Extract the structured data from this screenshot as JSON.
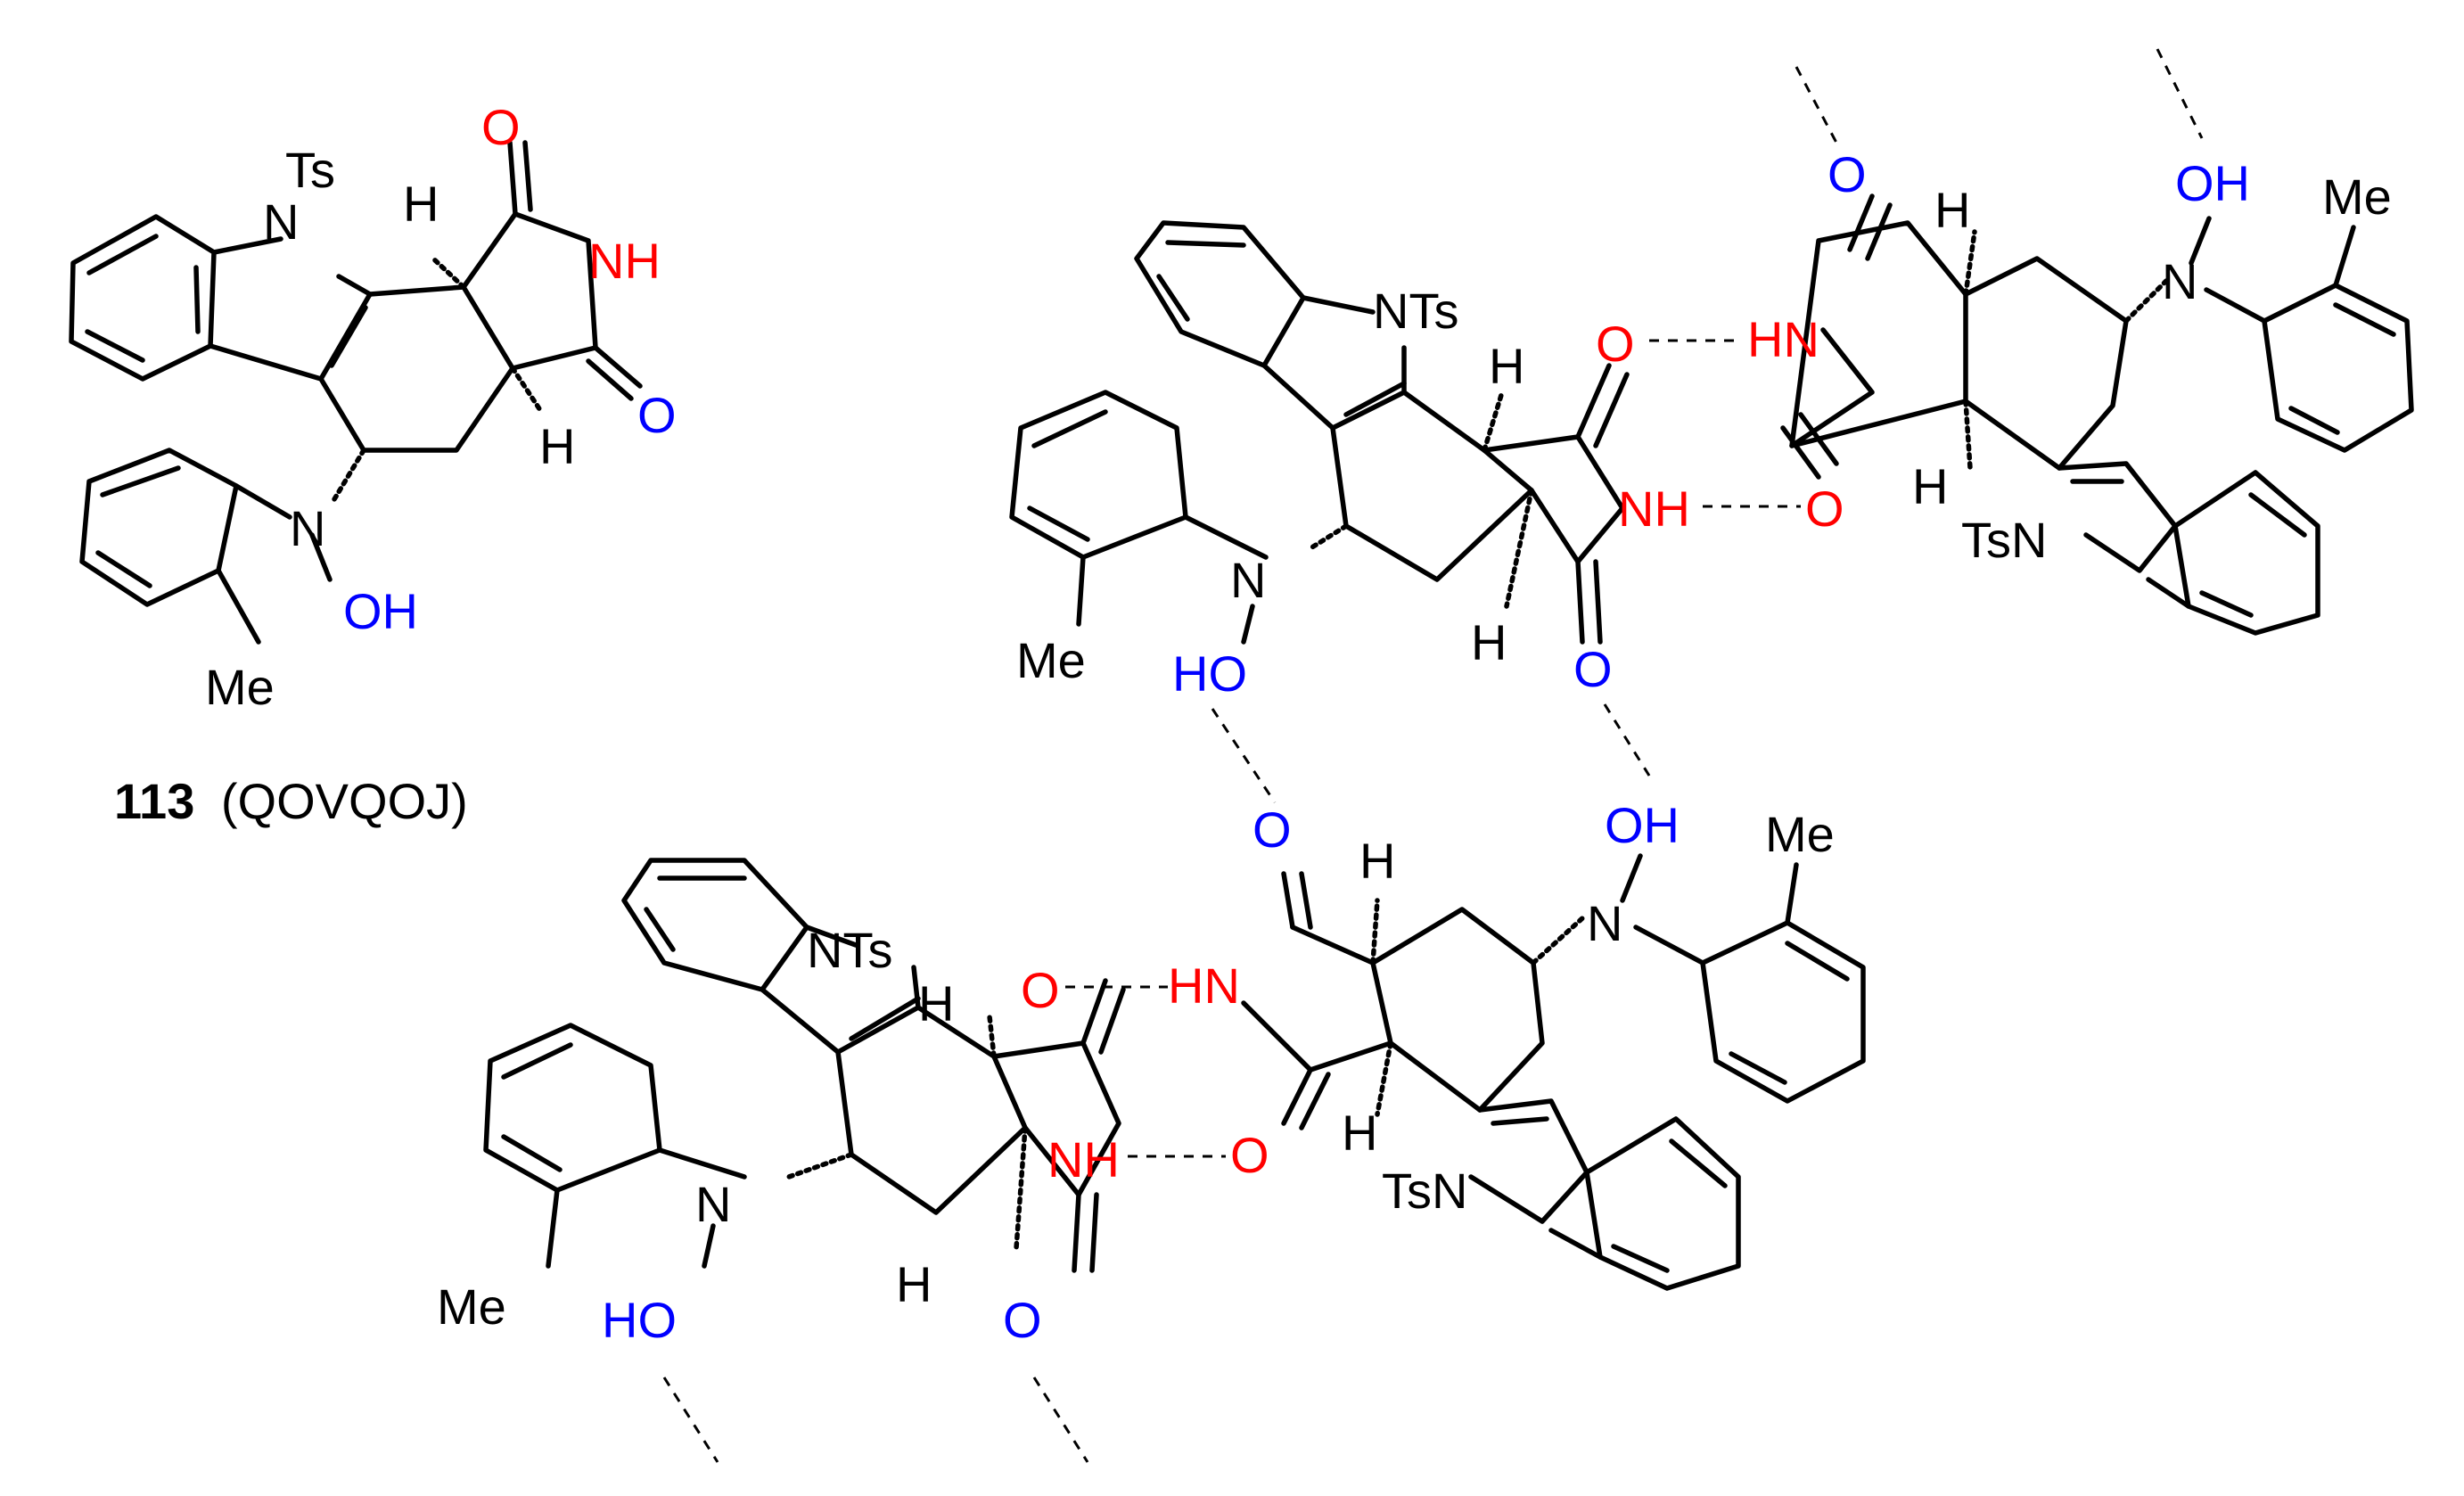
{
  "compound": {
    "number": "113",
    "code": "(QOVQOJ)"
  },
  "atom_labels": {
    "ts": "Ts",
    "nts": "NTs",
    "tsn": "TsN",
    "n": "N",
    "h": "H",
    "o": "O",
    "nh": "NH",
    "hn": "HN",
    "oh": "OH",
    "ho": "HO",
    "me": "Me"
  },
  "colors": {
    "bond": "#000000",
    "carbon_skeleton_label": "#000000",
    "imide_highlight": "#ff0000",
    "hydroxyl_highlight": "#0000ff",
    "hbond": "#000000"
  }
}
